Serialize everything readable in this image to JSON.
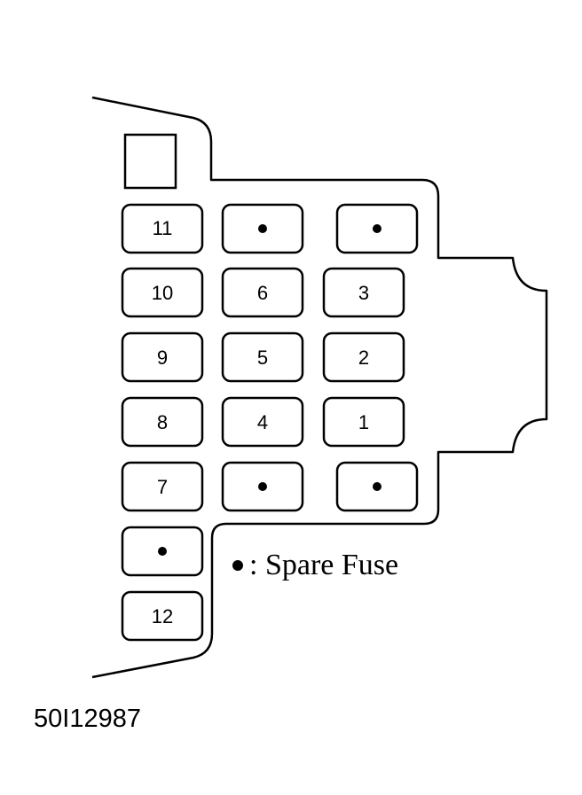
{
  "colors": {
    "line": "#000000",
    "background": "#ffffff"
  },
  "spare_marker": "dot-icon",
  "fuses": [
    {
      "id": "relay-slot",
      "label": "",
      "kind": "empty"
    },
    {
      "id": "fuse-11",
      "label": "11",
      "kind": "numbered"
    },
    {
      "id": "spare-a",
      "label": "",
      "kind": "spare"
    },
    {
      "id": "spare-b",
      "label": "",
      "kind": "spare"
    },
    {
      "id": "fuse-10",
      "label": "10",
      "kind": "numbered"
    },
    {
      "id": "fuse-6",
      "label": "6",
      "kind": "numbered"
    },
    {
      "id": "fuse-3",
      "label": "3",
      "kind": "numbered"
    },
    {
      "id": "fuse-9",
      "label": "9",
      "kind": "numbered"
    },
    {
      "id": "fuse-5",
      "label": "5",
      "kind": "numbered"
    },
    {
      "id": "fuse-2",
      "label": "2",
      "kind": "numbered"
    },
    {
      "id": "fuse-8",
      "label": "8",
      "kind": "numbered"
    },
    {
      "id": "fuse-4",
      "label": "4",
      "kind": "numbered"
    },
    {
      "id": "fuse-1",
      "label": "1",
      "kind": "numbered"
    },
    {
      "id": "fuse-7",
      "label": "7",
      "kind": "numbered"
    },
    {
      "id": "spare-c",
      "label": "",
      "kind": "spare"
    },
    {
      "id": "spare-d",
      "label": "",
      "kind": "spare"
    },
    {
      "id": "spare-e",
      "label": "",
      "kind": "spare"
    },
    {
      "id": "fuse-12",
      "label": "12",
      "kind": "numbered"
    }
  ],
  "legend": {
    "text": ": Spare Fuse"
  },
  "figure_code": "50I12987"
}
